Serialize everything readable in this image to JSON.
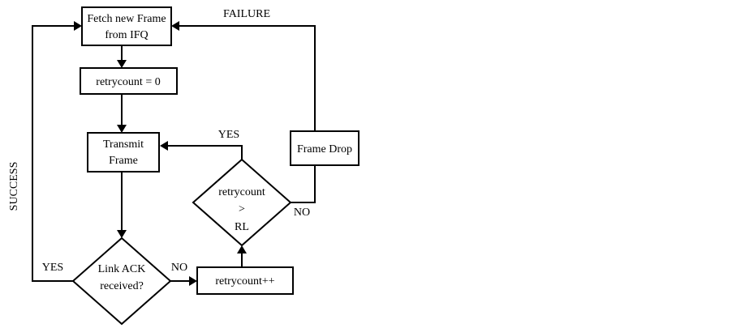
{
  "nodes": {
    "fetch": {
      "line1": "Fetch new Frame",
      "line2": "from IFQ"
    },
    "retry_init": {
      "label": "retrycount = 0"
    },
    "transmit": {
      "line1": "Transmit",
      "line2": "Frame"
    },
    "ack_decision": {
      "line1": "Link ACK",
      "line2": "received?"
    },
    "retry_increment": {
      "label": "retrycount++"
    },
    "limit_decision": {
      "line1": "retrycount",
      "line2": ">",
      "line3": "RL"
    },
    "frame_drop": {
      "label": "Frame Drop"
    }
  },
  "edge_labels": {
    "failure": "FAILURE",
    "success": "SUCCESS",
    "ack_yes": "YES",
    "ack_no": "NO",
    "limit_yes": "YES",
    "limit_no": "NO"
  }
}
